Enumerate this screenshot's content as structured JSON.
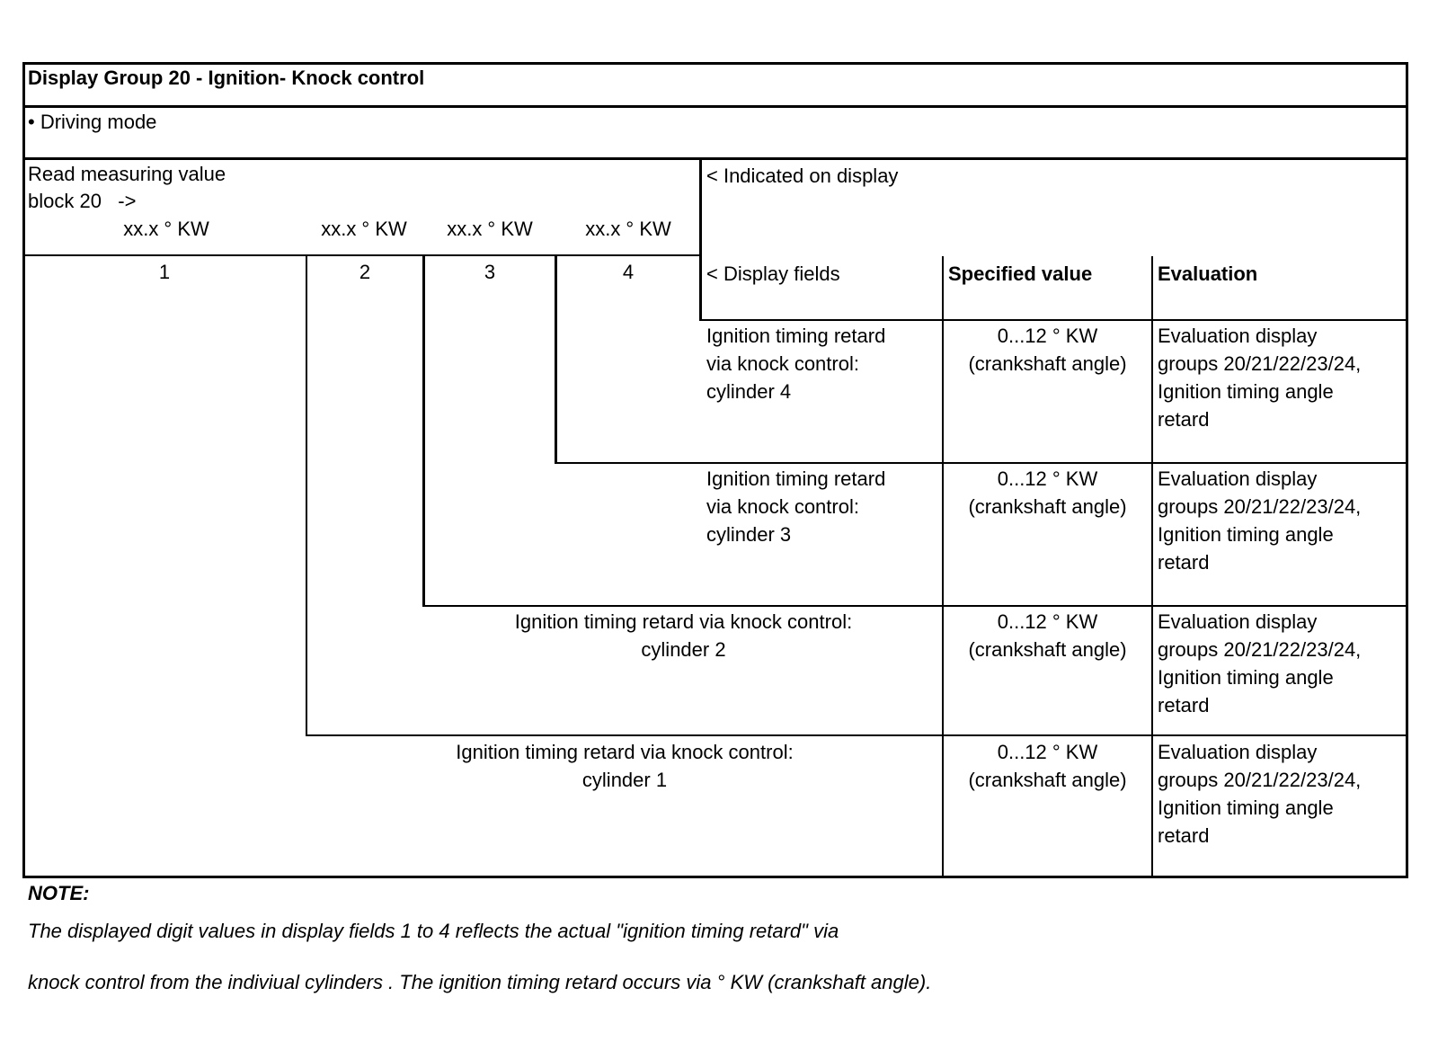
{
  "header": {
    "title": "Display Group 20 - Ignition- Knock control",
    "mode": "• Driving mode"
  },
  "read_block": {
    "line1": "Read measuring value",
    "line2": "block 20   ->",
    "fields": [
      "xx.x ° KW",
      "xx.x ° KW",
      "xx.x ° KW",
      "xx.x ° KW"
    ]
  },
  "indicated": "< Indicated on display",
  "field_numbers": [
    "1",
    "2",
    "3",
    "4"
  ],
  "columns": {
    "display_fields": "< Display fields",
    "specified_value": "Specified value",
    "evaluation": "Evaluation"
  },
  "rows": [
    {
      "desc": [
        "Ignition timing retard",
        "via knock control:",
        "cylinder 4"
      ],
      "spec": [
        "0...12 ° KW",
        "(crankshaft angle)"
      ],
      "eval": [
        "Evaluation display",
        "groups 20/21/22/23/24,",
        "Ignition timing angle",
        "retard"
      ]
    },
    {
      "desc": [
        "Ignition timing retard",
        "via knock control:",
        "cylinder 3"
      ],
      "spec": [
        "0...12 ° KW",
        "(crankshaft angle)"
      ],
      "eval": [
        "Evaluation display",
        "groups 20/21/22/23/24,",
        "Ignition timing angle",
        "retard"
      ]
    },
    {
      "desc": [
        "Ignition timing retard via knock control:",
        "cylinder 2"
      ],
      "spec": [
        "0...12 ° KW",
        "(crankshaft angle)"
      ],
      "eval": [
        "Evaluation display",
        "groups 20/21/22/23/24,",
        "Ignition timing angle",
        "retard"
      ]
    },
    {
      "desc": [
        "Ignition timing retard via knock control:",
        "cylinder 1"
      ],
      "spec": [
        "0...12 ° KW",
        "(crankshaft angle)"
      ],
      "eval": [
        "Evaluation display",
        "groups 20/21/22/23/24,",
        "Ignition timing angle",
        "retard"
      ]
    }
  ],
  "note": {
    "label": "NOTE:",
    "line1": "The displayed digit values in display fields 1 to 4 reflects the actual \"ignition timing retard\" via",
    "line2": "knock control from the indiviual cylinders . The ignition timing retard occurs via ° KW (crankshaft angle)."
  }
}
